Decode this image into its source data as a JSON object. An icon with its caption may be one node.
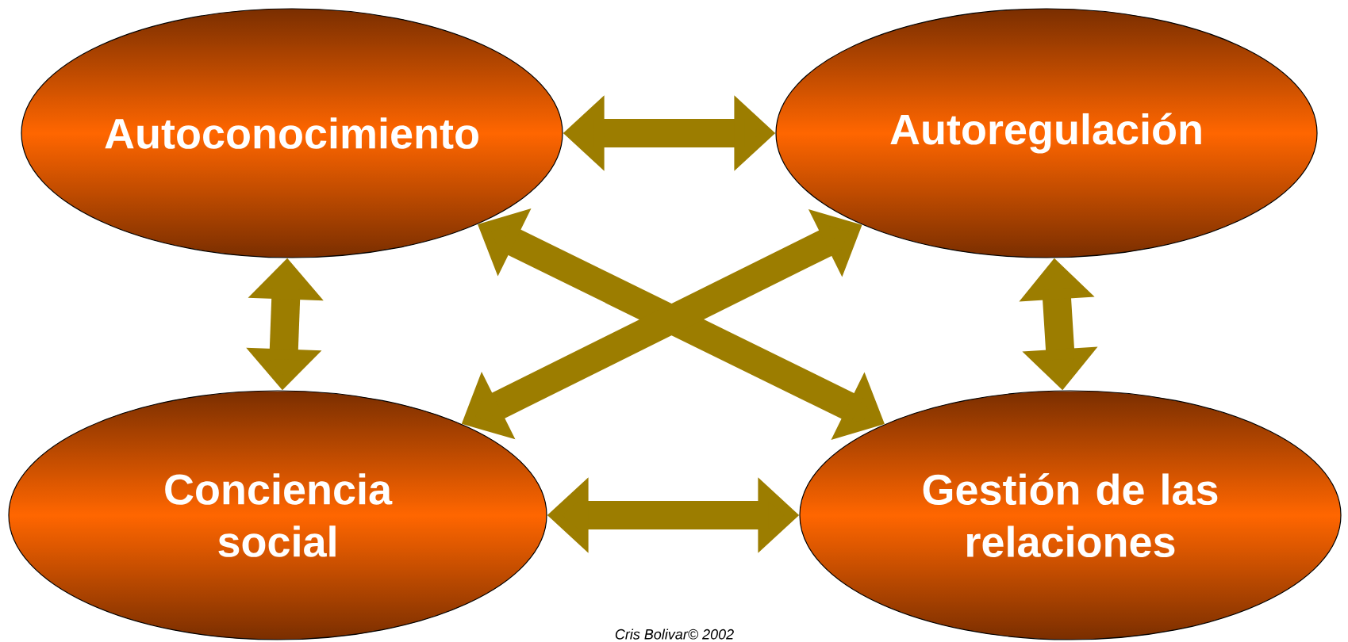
{
  "diagram": {
    "nodes": [
      {
        "text": [
          "Autoconocimiento"
        ]
      },
      {
        "text": [
          "Autoregulación"
        ]
      },
      {
        "text": [
          "Conciencia social"
        ]
      },
      {
        "text": [
          "Gestión de las relaciones"
        ]
      }
    ],
    "edges": [
      {
        "from": 0,
        "to": 1,
        "arrow": "both"
      },
      {
        "from": 0,
        "to": 3,
        "arrow": "both"
      },
      {
        "from": 1,
        "to": 2,
        "arrow": "both"
      },
      {
        "from": 0,
        "to": 2,
        "arrow": "both"
      },
      {
        "from": 1,
        "to": 3,
        "arrow": "both"
      },
      {
        "from": 2,
        "to": 3,
        "arrow": "both"
      }
    ],
    "labels": [
      "Cris Bolivar© 2002"
    ]
  }
}
